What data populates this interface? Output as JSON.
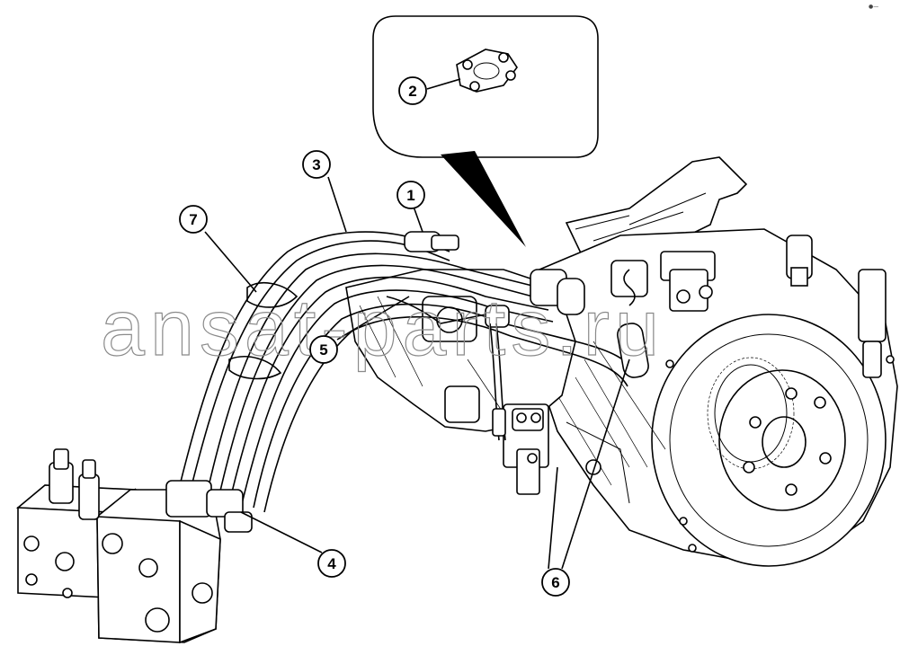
{
  "diagram": {
    "watermark": "ansat-parts.ru",
    "corner_mark": "●—",
    "callouts": [
      {
        "id": "c1",
        "label": "1"
      },
      {
        "id": "c2",
        "label": "2"
      },
      {
        "id": "c3",
        "label": "3"
      },
      {
        "id": "c4",
        "label": "4"
      },
      {
        "id": "c5",
        "label": "5"
      },
      {
        "id": "c6",
        "label": "6"
      },
      {
        "id": "c7",
        "label": "7"
      }
    ]
  }
}
